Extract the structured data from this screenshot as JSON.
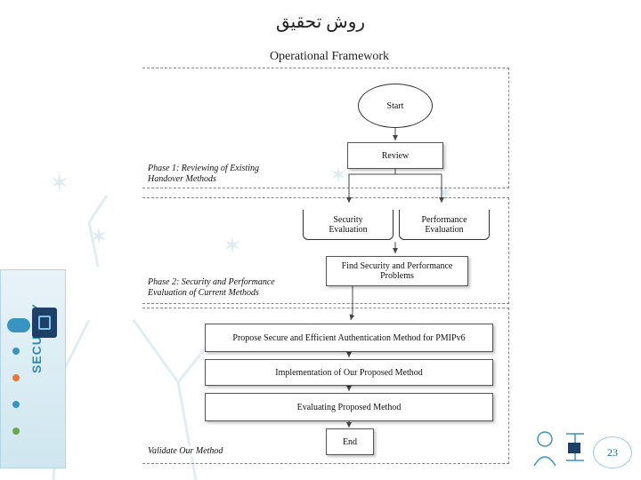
{
  "slide": {
    "title": "روش تحقیق",
    "subtitle": "Operational Framework",
    "page_number": "23",
    "side_banner_text": "SECURITY"
  },
  "diagram": {
    "phases": [
      {
        "label_line1": "Phase 1: Reviewing of Existing",
        "label_line2": "Handover Methods"
      },
      {
        "label_line1": "Phase 2: Security and Performance",
        "label_line2": "Evaluation of Current Methods"
      },
      {
        "label_line1": "Validate Our Method",
        "label_line2": ""
      }
    ],
    "nodes": {
      "start": "Start",
      "review": "Review",
      "security_eval_1": "Security",
      "security_eval_2": "Evaluation",
      "performance_eval_1": "Performance",
      "performance_eval_2": "Evaluation",
      "find_problems_1": "Find Security and Performance",
      "find_problems_2": "Problems",
      "propose": "Propose Secure and Efficient Authentication Method for PMIPv6",
      "implementation": "Implementation of Our Proposed Method",
      "evaluating": "Evaluating Proposed Method",
      "end": "End"
    }
  },
  "colors": {
    "accent": "#2f8cb8",
    "banner": "#3a94c2",
    "line": "#555555"
  }
}
